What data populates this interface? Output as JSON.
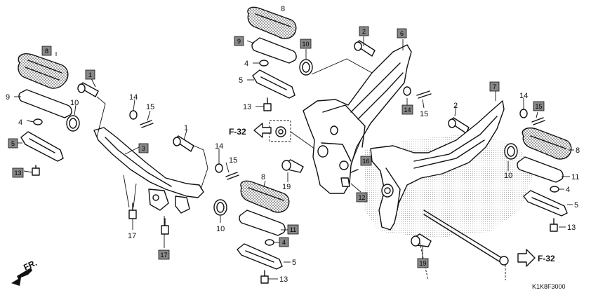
{
  "diagram_code": "K1K8F3000",
  "direction_label": "FR.",
  "ref_left": "F-32",
  "ref_right": "F-32",
  "box_color": "#888888",
  "callouts": {
    "c8a": "8",
    "c9a": "9",
    "c4a": "4",
    "c5a": "5",
    "c13a": "13",
    "c10a": "10",
    "c1a": "1",
    "c14a": "14",
    "c15a": "15",
    "c3": "3",
    "c1b": "1",
    "c14b": "14",
    "c15b": "15",
    "c17a": "17",
    "c17b": "17",
    "c10b": "10",
    "c8b": "8",
    "c11a": "11",
    "c4b": "4",
    "c5b": "5",
    "c13b": "13",
    "c8c": "8",
    "c9b": "9",
    "c10c": "10",
    "c4c": "4",
    "c5c": "5",
    "c13c": "13",
    "c2a": "2",
    "c6": "6",
    "c14c": "14",
    "c15c": "15",
    "c19a": "19",
    "c16": "16",
    "c12": "12",
    "c19b": "19",
    "c7": "7",
    "c2b": "2",
    "c14d": "14",
    "c15d": "15",
    "c8d": "8",
    "c10d": "10",
    "c11b": "11",
    "c4d": "4",
    "c5d": "5",
    "c13d": "13"
  }
}
